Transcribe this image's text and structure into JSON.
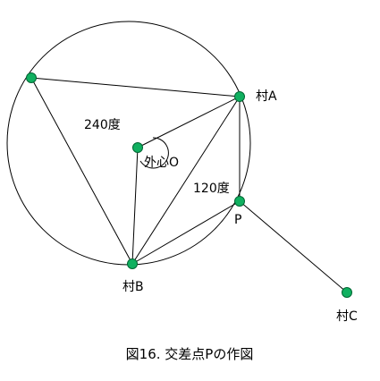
{
  "figure": {
    "caption": "図16. 交差点Pの作図",
    "labels": {
      "village_a": "村A",
      "village_b": "村B",
      "village_c": "村C",
      "point_p": "P",
      "circumcenter": "外心O",
      "angle_240": "240度",
      "angle_120": "120度"
    }
  },
  "colors": {
    "point_fill": "#10b060",
    "point_stroke": "#006633",
    "line": "#000000",
    "background": "#ffffff"
  }
}
